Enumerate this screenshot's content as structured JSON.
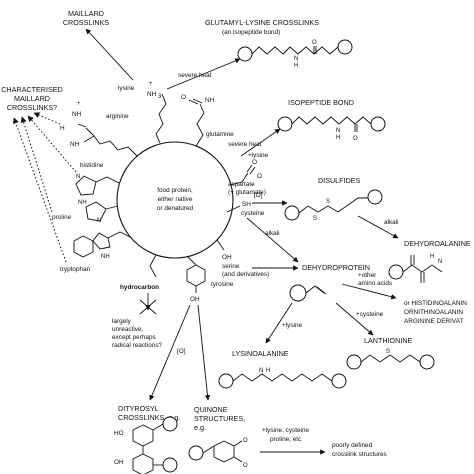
{
  "center": {
    "line1": "food protein,",
    "line2": "either native",
    "line3": "or denatured"
  },
  "residues": {
    "lysine": "lysine",
    "lysine_group": "NH",
    "lysine_sub": "3",
    "lysine_charge": "+",
    "arginine": "arginine",
    "arginine_nh2": "NH",
    "arginine_h2n": "H",
    "arginine_plus": "+",
    "glutamine": "glutamine",
    "glutamine_nh2": "NH",
    "glutamine_o": "O",
    "histidine": "histidine",
    "histidine_n": "N",
    "histidine_nh": "NH",
    "proline": "proline",
    "proline_n": "N",
    "tryptophan": "tryptophan",
    "tryptophan_nh": "NH",
    "aspartate_line1": "aspartate",
    "aspartate_line2": "(+ glutamate)",
    "aspartate_o": "O",
    "aspartate_ominus": "O",
    "cysteine": "cysteine",
    "cysteine_sh": "SH",
    "serine_oh": "OH",
    "serine_line1": "serine",
    "serine_line2": "(and derivatives)",
    "tyrosine": "tyrosine",
    "tyrosine_oh": "OH",
    "hydrocarbon": "hydrocarbon"
  },
  "products": {
    "maillard_line1": "MAILLARD",
    "maillard_line2": "CROSSLINKS",
    "uncharacterised_line1": "CHARACTERISED",
    "uncharacterised_line2": "MAILLARD",
    "uncharacterised_line3": "CROSSLINKS?",
    "glutamyl_lysine": "GLUTAMYL-LYSINE CROSSLINKS",
    "glutamyl_lysine_sub": "(an isopeptide bond)",
    "isopeptide": "ISOPEPTIDE BOND",
    "disulfides": "DISULFIDES",
    "dehydroalanine": "DEHYDROALANINE",
    "dehydroprotein": "DEHYDROPROTEIN",
    "lanthionine": "LANTHIONINE",
    "lysinoalanine": "LYSINOALANINE",
    "histidino_line1": "or HISTIDINOALANIN",
    "histidino_line2": "ORNITHINOALANIN",
    "histidino_line3": "ARGININE DERIVAT",
    "dityrosyl_line1": "DITYROSYL",
    "dityrosyl_line2": "CROSSLINKS, e.g.",
    "quinone_line1": "QUINONE",
    "quinone_line2": "STRUCTURES,",
    "quinone_line3": "e.g.",
    "poorly_line1": "poorly defined",
    "poorly_line2": "crosslink structures",
    "unreactive_line1": "largely",
    "unreactive_line2": "unreactive,",
    "unreactive_line3": "except perhaps",
    "unreactive_line4": "radical reactions?"
  },
  "conditions": {
    "severe_heat_1": "severe heat",
    "severe_heat_2": "severe heat",
    "plus_lysine_1": "+lysine",
    "oxidation_1": "[O]",
    "oxidation_2": "[O]",
    "alkali_1": "alkali",
    "alkali_2": "alkali",
    "other_aa_line1": "+other",
    "other_aa_line2": "amino acids",
    "plus_lysine_2": "+lysine",
    "plus_cysteine": "+cysteine",
    "lys_cys_pro_line1": "+lysine, cysteine",
    "lys_cys_pro_line2": "proline, etc"
  },
  "atoms": {
    "H": "H",
    "N": "N",
    "O": "O",
    "S": "S",
    "OH": "OH",
    "HO": "HO"
  }
}
